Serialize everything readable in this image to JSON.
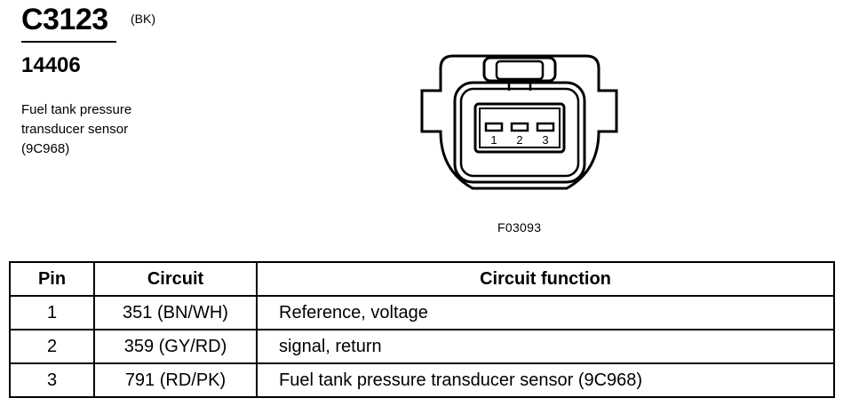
{
  "header": {
    "connector_id": "C3123",
    "connector_color": "(BK)",
    "part_number": "14406",
    "description_lines": [
      "Fuel tank pressure",
      "transducer sensor",
      "(9C968)"
    ]
  },
  "diagram": {
    "pin_labels": [
      "1",
      "2",
      "3"
    ],
    "figure_code": "F03093"
  },
  "table": {
    "headers": {
      "pin": "Pin",
      "circuit": "Circuit",
      "function": "Circuit function"
    },
    "rows": [
      {
        "pin": "1",
        "circuit": "351 (BN/WH)",
        "function": "Reference, voltage"
      },
      {
        "pin": "2",
        "circuit": "359 (GY/RD)",
        "function": "signal, return"
      },
      {
        "pin": "3",
        "circuit": "791 (RD/PK)",
        "function": "Fuel tank pressure transducer sensor (9C968)"
      }
    ]
  }
}
